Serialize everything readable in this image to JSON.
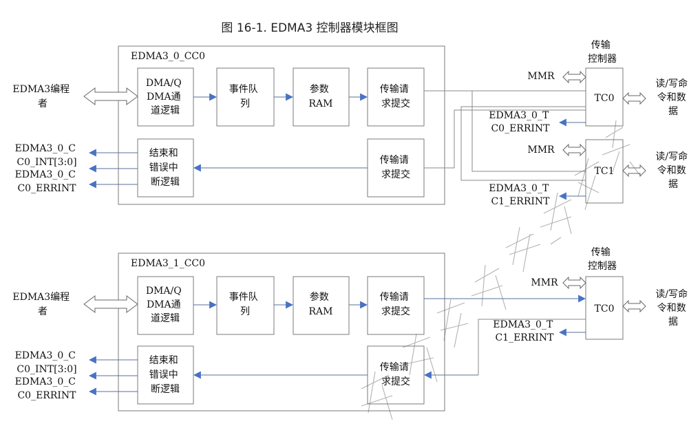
{
  "title": "图 16-1. EDMA3 控制器模块框图",
  "cc0": {
    "label": "EDMA3_0_CC0",
    "programmer": [
      "EDMA3编程",
      "者"
    ],
    "channel_logic": [
      "DMA/Q",
      "DMA通",
      "道逻辑"
    ],
    "event_queue": [
      "事件队",
      "列"
    ],
    "param_ram": [
      "参数",
      "RAM"
    ],
    "transfer_submit": [
      "传输请",
      "求提交"
    ],
    "completion_logic": [
      "结束和",
      "错误中",
      "断逻辑"
    ],
    "transfer_submit2": [
      "传输请",
      "求提交"
    ],
    "out_int": [
      "EDMA3_0_C",
      "C0_INT[3:0]"
    ],
    "out_err": [
      "EDMA3_0_C",
      "C0_ERRINT"
    ]
  },
  "tc_group0": {
    "header": [
      "传输",
      "控制器"
    ],
    "mmr0": "MMR",
    "tc0": "TC0",
    "rw0": [
      "读/写命",
      "令和数",
      "据"
    ],
    "tc0_err": [
      "EDMA3_0_T",
      "C0_ERRINT"
    ],
    "mmr1": "MMR",
    "tc1": "TC1",
    "rw1": [
      "读/写命",
      "令和数",
      "据"
    ],
    "tc1_err": [
      "EDMA3_0_T",
      "C1_ERRINT"
    ]
  },
  "cc1": {
    "label": "EDMA3_1_CC0",
    "programmer": [
      "EDMA3编程",
      "者"
    ],
    "channel_logic": [
      "DMA/Q",
      "DMA通",
      "道逻辑"
    ],
    "event_queue": [
      "事件队",
      "列"
    ],
    "param_ram": [
      "参数",
      "RAM"
    ],
    "transfer_submit": [
      "传输请",
      "求提交"
    ],
    "completion_logic": [
      "结束和",
      "错误中",
      "断逻辑"
    ],
    "transfer_submit2": [
      "传输请",
      "求提交"
    ],
    "out_int": [
      "EDMA3_0_C",
      "C0_INT[3:0]"
    ],
    "out_err": [
      "EDMA3_0_C",
      "C0_ERRINT"
    ]
  },
  "tc_group1": {
    "header": [
      "传输",
      "控制器"
    ],
    "mmr0": "MMR",
    "tc0": "TC0",
    "rw0": [
      "读/写命",
      "令和数",
      "据"
    ],
    "tc0_err": [
      "EDMA3_0_T",
      "C1_ERRINT"
    ]
  },
  "colors": {
    "wire": "#5a6f9a",
    "arrowhead": "#4a72c4",
    "box_stroke": "#7a7a7a"
  }
}
